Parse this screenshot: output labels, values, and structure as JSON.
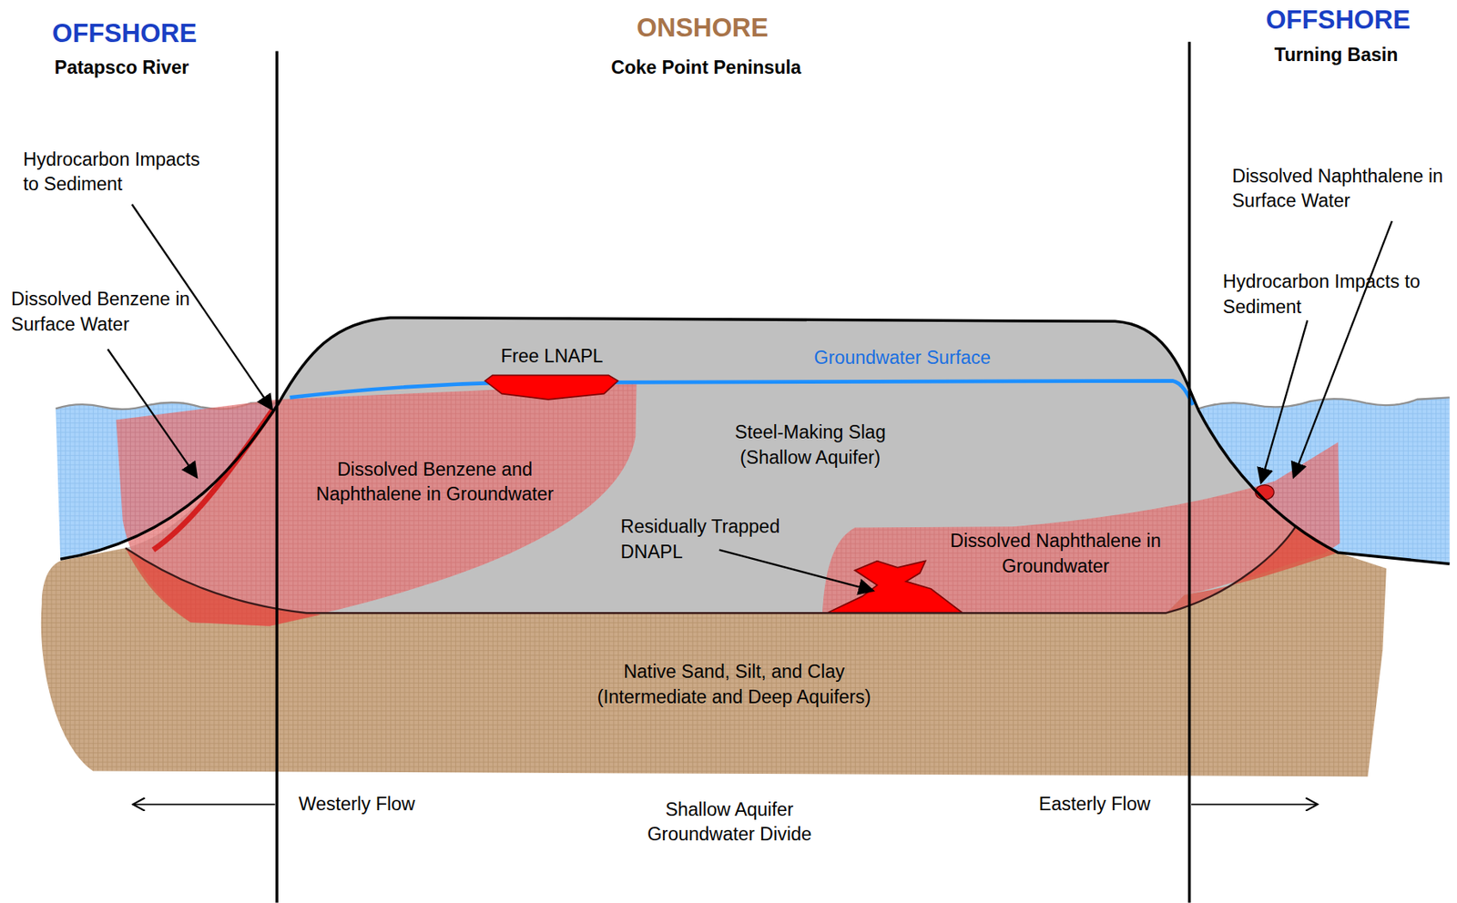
{
  "diagram": {
    "labels": [
      "OFFSHORE",
      "Patapsco River",
      "ONSHORE",
      "Coke Point Peninsula",
      "OFFSHORE",
      "Turning Basin",
      "Hydrocarbon Impacts to Sediment",
      "Dissolved Benzene in Surface Water",
      "Free LNAPL",
      "Groundwater Surface",
      "Steel-Making Slag (Shallow Aquifer)",
      "Dissolved Benzene and Naphthalene in Groundwater",
      "Residually Trapped DNAPL",
      "Dissolved Naphthalene in Groundwater",
      "Dissolved Naphthalene in Surface Water",
      "Hydrocarbon Impacts to Sediment",
      "Native Sand, Silt, and Clay (Intermediate and Deep Aquifers)",
      "Westerly Flow",
      "Shallow Aquifer Groundwater Divide",
      "Easterly Flow"
    ]
  }
}
